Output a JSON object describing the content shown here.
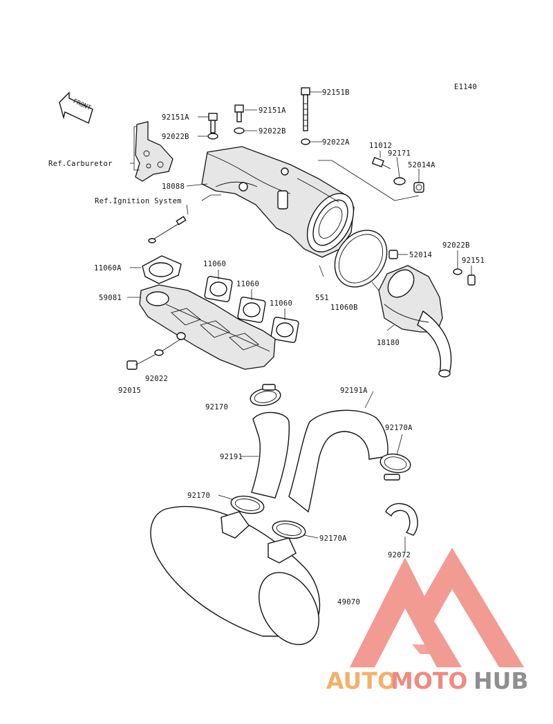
{
  "diagram_code": "E1140",
  "front_label": "FRONT",
  "references": {
    "carburetor": "Ref.Carburetor",
    "ignition": "Ref.Ignition System"
  },
  "part_labels": {
    "p92151B": "92151B",
    "p92151A_1": "92151A",
    "p92151A_2": "92151A",
    "p92022B_1": "92022B",
    "p92022B_2": "92022B",
    "p92022A": "92022A",
    "p11012": "11012",
    "p92171": "92171",
    "p52014A": "52014A",
    "p18088": "18088",
    "p11060A": "11060A",
    "p11060_1": "11060",
    "p11060_2": "11060",
    "p11060_3": "11060",
    "p59081": "59081",
    "p551": "551",
    "p11060B": "11060B",
    "p52014": "52014",
    "p92022B_3": "92022B",
    "p92151": "92151",
    "p18180": "18180",
    "p92022": "92022",
    "p92015": "92015",
    "p92170_1": "92170",
    "p92191A": "92191A",
    "p92170A_1": "92170A",
    "p92191": "92191",
    "p92170_2": "92170",
    "p92170A_2": "92170A",
    "p92072": "92072",
    "p49070": "49070"
  },
  "watermark": {
    "brand_auto": "AUTO",
    "brand_moto": "MOTO",
    "brand_hub": "HUB",
    "colors": {
      "auto": "#f5b06a",
      "moto": "#f08a80",
      "hub": "#8f8f8f",
      "logo": "#f08a80"
    }
  }
}
